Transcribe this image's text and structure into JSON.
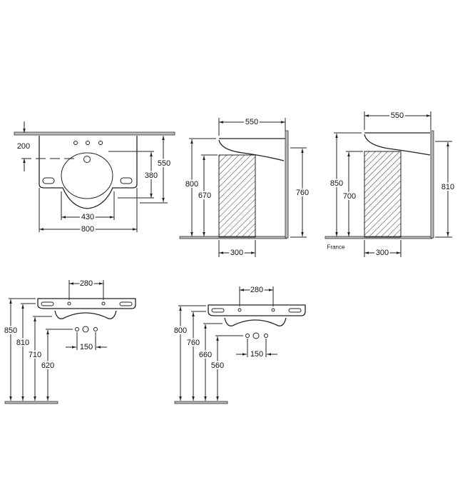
{
  "top_plan_view": {
    "wall_offset": "200",
    "overall_depth": "550",
    "bowl_depth": "380",
    "bowl_width": "430",
    "overall_width": "800"
  },
  "side_view_standard": {
    "depth": "550",
    "rim_height": "800",
    "clearance_height": "670",
    "bracket_height": "760",
    "knee_depth": "300"
  },
  "side_view_france": {
    "depth": "550",
    "rim_height": "850",
    "clearance_height": "700",
    "bracket_height": "810",
    "knee_depth": "300",
    "label": "France"
  },
  "front_view_high": {
    "tap_spacing": "280",
    "rim_height": "850",
    "bracket_height": "810",
    "underside_height": "710",
    "valve_height": "620",
    "valve_spacing": "150"
  },
  "front_view_low": {
    "tap_spacing": "280",
    "rim_height": "800",
    "bracket_height": "760",
    "underside_height": "660",
    "valve_height": "560",
    "valve_spacing": "150"
  }
}
